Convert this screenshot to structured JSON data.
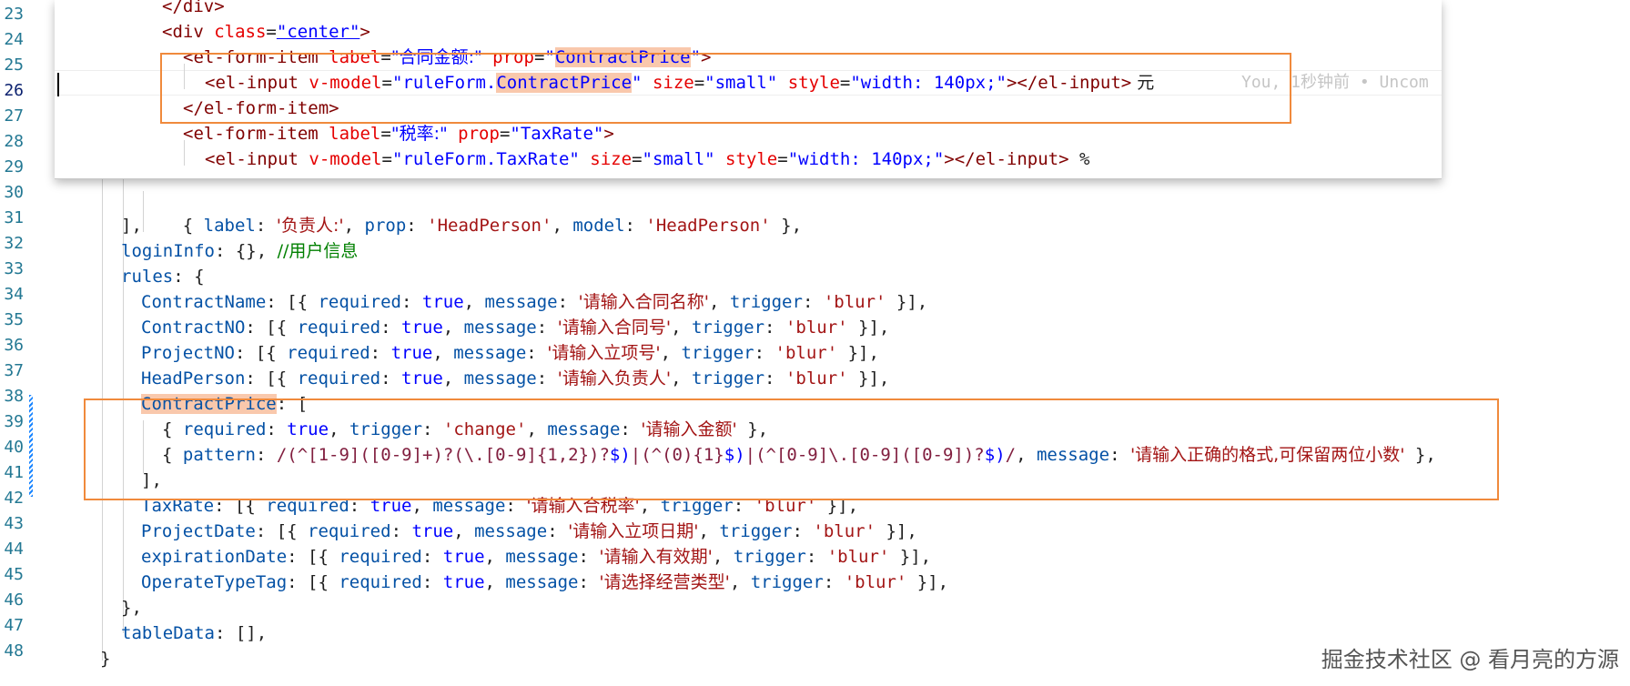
{
  "gutter_numbers": [
    "23",
    "24",
    "25",
    "26",
    "27",
    "28",
    "29",
    "30",
    "31",
    "32",
    "33",
    "34",
    "35",
    "36",
    "37",
    "38",
    "39",
    "40",
    "41",
    "42",
    "43",
    "44",
    "45",
    "46",
    "47",
    "48"
  ],
  "peek": {
    "l23": "</div>",
    "l24_tag": "<div",
    "l24_attr": "class",
    "l24_eq": "=",
    "l24_val": "\"center\"",
    "l24_close": ">",
    "l25_a": "<el-form-item",
    "l25_attr1": "label",
    "l25_eq1": "=",
    "l25_val1": "\"合同金额:\"",
    "l25_attr2": "prop",
    "l25_eq2": "=",
    "l25_q1": "\"",
    "l25_val2": "ContractPrice",
    "l25_q2": "\"",
    "l25_close": ">",
    "l26_a": "<el-input",
    "l26_attr1": "v-model",
    "l26_eq1": "=",
    "l26_v1a": "\"ruleForm.",
    "l26_v1b": "ContractPrice",
    "l26_v1c": "\"",
    "l26_attr2": "size",
    "l26_eq2": "=",
    "l26_val2": "\"small\"",
    "l26_attr3": "style",
    "l26_eq3": "=",
    "l26_val3": "\"width: 140px;\"",
    "l26_close": "></el-input>",
    "l26_text": " 元",
    "l26_blame": "You, 1秒钟前 • Uncom",
    "l27": "</el-form-item>",
    "l28_a": "<el-form-item",
    "l28_attr1": "label",
    "l28_eq1": "=",
    "l28_val1": "\"税率:\"",
    "l28_attr2": "prop",
    "l28_eq2": "=",
    "l28_val2": "\"TaxRate\"",
    "l28_close": ">",
    "l29_a": "<el-input",
    "l29_attr1": "v-model",
    "l29_eq1": "=",
    "l29_val1": "\"ruleForm.TaxRate\"",
    "l29_attr2": "size",
    "l29_eq2": "=",
    "l29_val2": "\"small\"",
    "l29_attr3": "style",
    "l29_eq3": "=",
    "l29_val3": "\"width: 140px;\"",
    "l29_close": "></el-input>",
    "l29_text": " %"
  },
  "main": {
    "l30_a": "{ ",
    "l30_k1": "label",
    "l30_b": ": ",
    "l30_s1": "'负责人:'",
    "l30_c": ", ",
    "l30_k2": "prop",
    "l30_d": ": ",
    "l30_s2": "'HeadPerson'",
    "l30_e": ", ",
    "l30_k3": "model",
    "l30_f": ": ",
    "l30_s3": "'HeadPerson'",
    "l30_g": " },",
    "l31": "],",
    "l32_k": "loginInfo",
    "l32_a": ": {}, ",
    "l32_c": "//用户信息",
    "l33_k": "rules",
    "l33_a": ": {",
    "rules": [
      {
        "key": "ContractName",
        "msg": "'请输入合同名称'"
      },
      {
        "key": "ContractNO",
        "msg": "'请输入合同号'"
      },
      {
        "key": "ProjectNO",
        "msg": "'请输入立项号'"
      },
      {
        "key": "HeadPerson",
        "msg": "'请输入负责人'"
      }
    ],
    "required": "required",
    "true_kw": "true",
    "message": "message",
    "trigger": "trigger",
    "blur": "'blur'",
    "l38_k": "ContractPrice",
    "l38_a": ": [",
    "l39_a": "{ ",
    "l39_k1": "required",
    "l39_b": ": ",
    "l39_t": "true",
    "l39_c": ", ",
    "l39_k2": "trigger",
    "l39_d": ": ",
    "l39_s1": "'change'",
    "l39_e": ", ",
    "l39_k3": "message",
    "l39_f": ": ",
    "l39_s2": "'请输入金额'",
    "l39_g": " },",
    "l40_a": "{ ",
    "l40_k1": "pattern",
    "l40_b": ": ",
    "l40_rx1": "/(^[1-9]([0-9]+)?(\\.[0-9]{1,2})?",
    "l40_rx2": "$)",
    "l40_rx3": "|(^(0){1}",
    "l40_rx4": "$)",
    "l40_rx5": "|(^[0-9]\\.[0-9]([0-9])?",
    "l40_rx6": "$)",
    "l40_rx7": "/",
    "l40_c": ", ",
    "l40_k2": "message",
    "l40_d": ": ",
    "l40_s": "'请输入正确的格式,可保留两位小数'",
    "l40_e": " },",
    "l41": "],",
    "rules2": [
      {
        "key": "TaxRate",
        "msg": "'请输入合税率'"
      },
      {
        "key": "ProjectDate",
        "msg": "'请输入立项日期'"
      },
      {
        "key": "expirationDate",
        "msg": "'请输入有效期'"
      },
      {
        "key": "OperateTypeTag",
        "msg": "'请选择经营类型'"
      }
    ],
    "l46": "},",
    "l47_k": "tableData",
    "l47_a": ": [],",
    "l48": "}"
  },
  "watermark": "掘金技术社区 @ 看月亮的方源",
  "colors": {
    "highlight_box": "#f08a3c",
    "match_highlight": "#f9c8ac",
    "line_number": "#237893"
  }
}
